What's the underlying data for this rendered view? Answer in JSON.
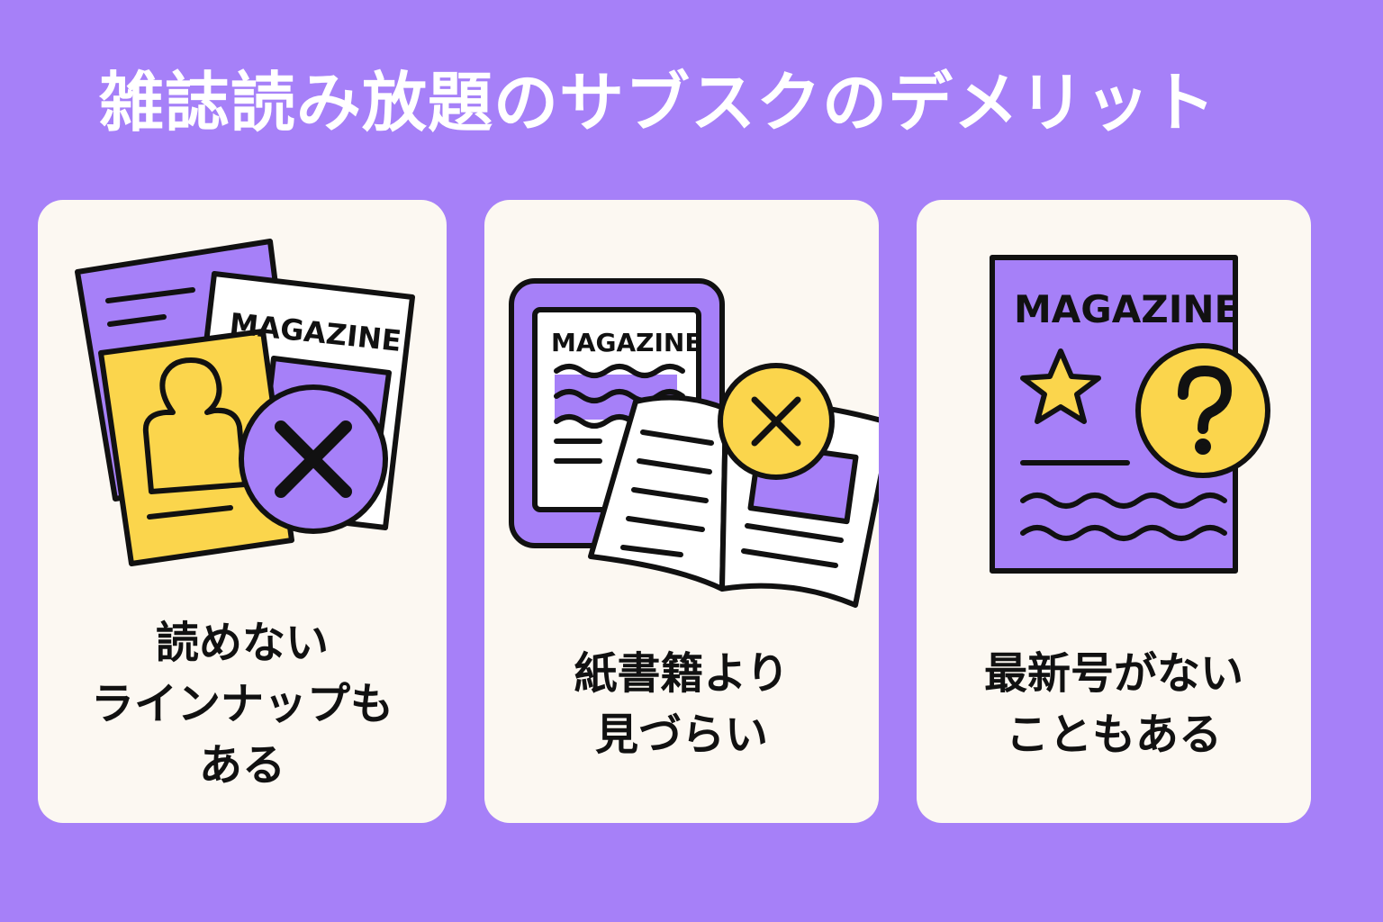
{
  "title": "雑誌読み放題のサブスクのデメリット",
  "colors": {
    "background": "#A680F8",
    "card": "#FCF8F2",
    "purple": "#A680F8",
    "yellow": "#FBD54C",
    "outline": "#111111"
  },
  "cards": [
    {
      "caption_lines": [
        "読めない",
        "ラインナップも",
        "ある"
      ],
      "icon": "magazines-with-x-icon",
      "magazine_label": "MAGAZINE"
    },
    {
      "caption_lines": [
        "紙書籍より",
        "見づらい"
      ],
      "icon": "tablet-and-open-book-with-x-icon",
      "magazine_label": "MAGAZINE"
    },
    {
      "caption_lines": [
        "最新号がない",
        "こともある"
      ],
      "icon": "magazine-with-question-icon",
      "magazine_label": "MAGAZINE"
    }
  ]
}
